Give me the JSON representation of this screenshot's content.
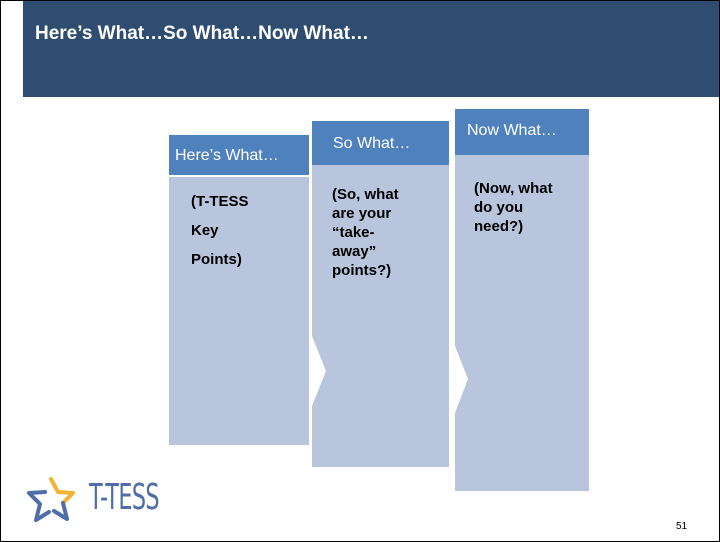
{
  "slide": {
    "title": "Here’s What…So What…Now What…",
    "page_number": "51"
  },
  "columns": [
    {
      "header": "Here’s What…",
      "lines": [
        "(T-TESS",
        "Key",
        "Points)"
      ]
    },
    {
      "header": "So What…",
      "lines": [
        "(So, what",
        "are your",
        "“take-",
        "away”",
        "points?)"
      ]
    },
    {
      "header": "Now What…",
      "lines": [
        "(Now, what",
        "do you",
        "need?)"
      ]
    }
  ],
  "logo": {
    "text": "T-TESS",
    "icon": "star-logo-icon"
  },
  "colors": {
    "title_bar": "#2e4d71",
    "header_fill": "#4f81bd",
    "body_fill": "#b9c4dd",
    "logo_text": "#4f6ea8"
  }
}
